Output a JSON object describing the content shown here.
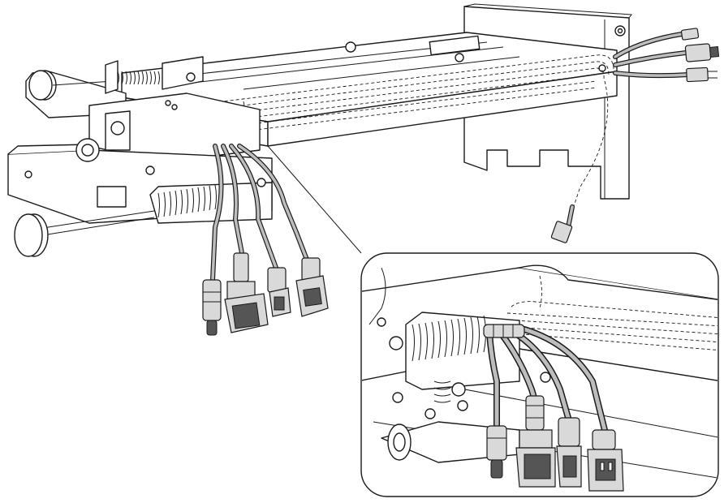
{
  "figure": {
    "description_visible_text": "",
    "colors": {
      "line": "#1a1a1a",
      "cable": "#bdbdbd",
      "background": "#ffffff"
    },
    "icons": [
      "wall-mount-bracket",
      "adjustment-knob",
      "tension-spring",
      "cable-bundle",
      "mini-din-connector",
      "vga-connector",
      "usb-connector",
      "power-connector",
      "detail-callout"
    ]
  }
}
